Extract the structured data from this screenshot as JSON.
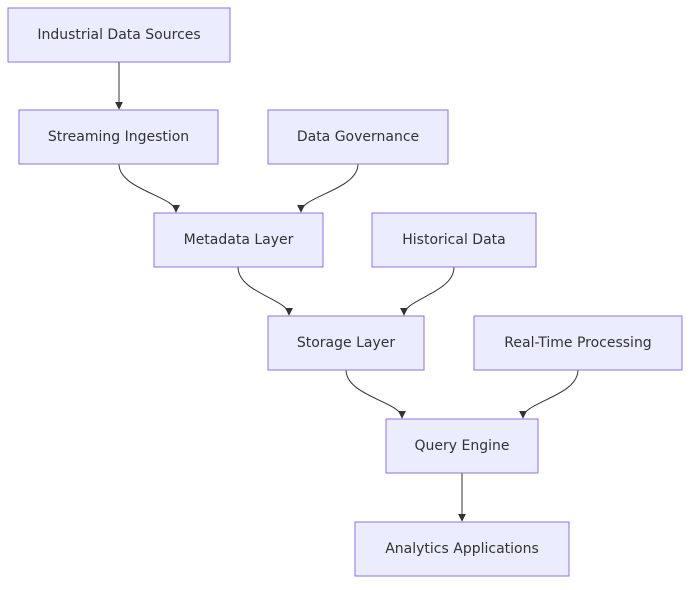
{
  "diagram": {
    "nodes": [
      {
        "id": "industrial-data-sources",
        "label": "Industrial Data Sources"
      },
      {
        "id": "streaming-ingestion",
        "label": "Streaming Ingestion"
      },
      {
        "id": "data-governance",
        "label": "Data Governance"
      },
      {
        "id": "metadata-layer",
        "label": "Metadata Layer"
      },
      {
        "id": "historical-data",
        "label": "Historical Data"
      },
      {
        "id": "storage-layer",
        "label": "Storage Layer"
      },
      {
        "id": "real-time-processing",
        "label": "Real-Time Processing"
      },
      {
        "id": "query-engine",
        "label": "Query Engine"
      },
      {
        "id": "analytics-applications",
        "label": "Analytics Applications"
      }
    ],
    "edges": [
      {
        "from": "industrial-data-sources",
        "to": "streaming-ingestion"
      },
      {
        "from": "streaming-ingestion",
        "to": "metadata-layer"
      },
      {
        "from": "data-governance",
        "to": "metadata-layer"
      },
      {
        "from": "metadata-layer",
        "to": "storage-layer"
      },
      {
        "from": "historical-data",
        "to": "storage-layer"
      },
      {
        "from": "storage-layer",
        "to": "query-engine"
      },
      {
        "from": "real-time-processing",
        "to": "query-engine"
      },
      {
        "from": "query-engine",
        "to": "analytics-applications"
      }
    ],
    "colors": {
      "node_fill": "#ECECFF",
      "node_stroke": "#9370DB",
      "text": "#333333",
      "edge": "#333333"
    }
  }
}
